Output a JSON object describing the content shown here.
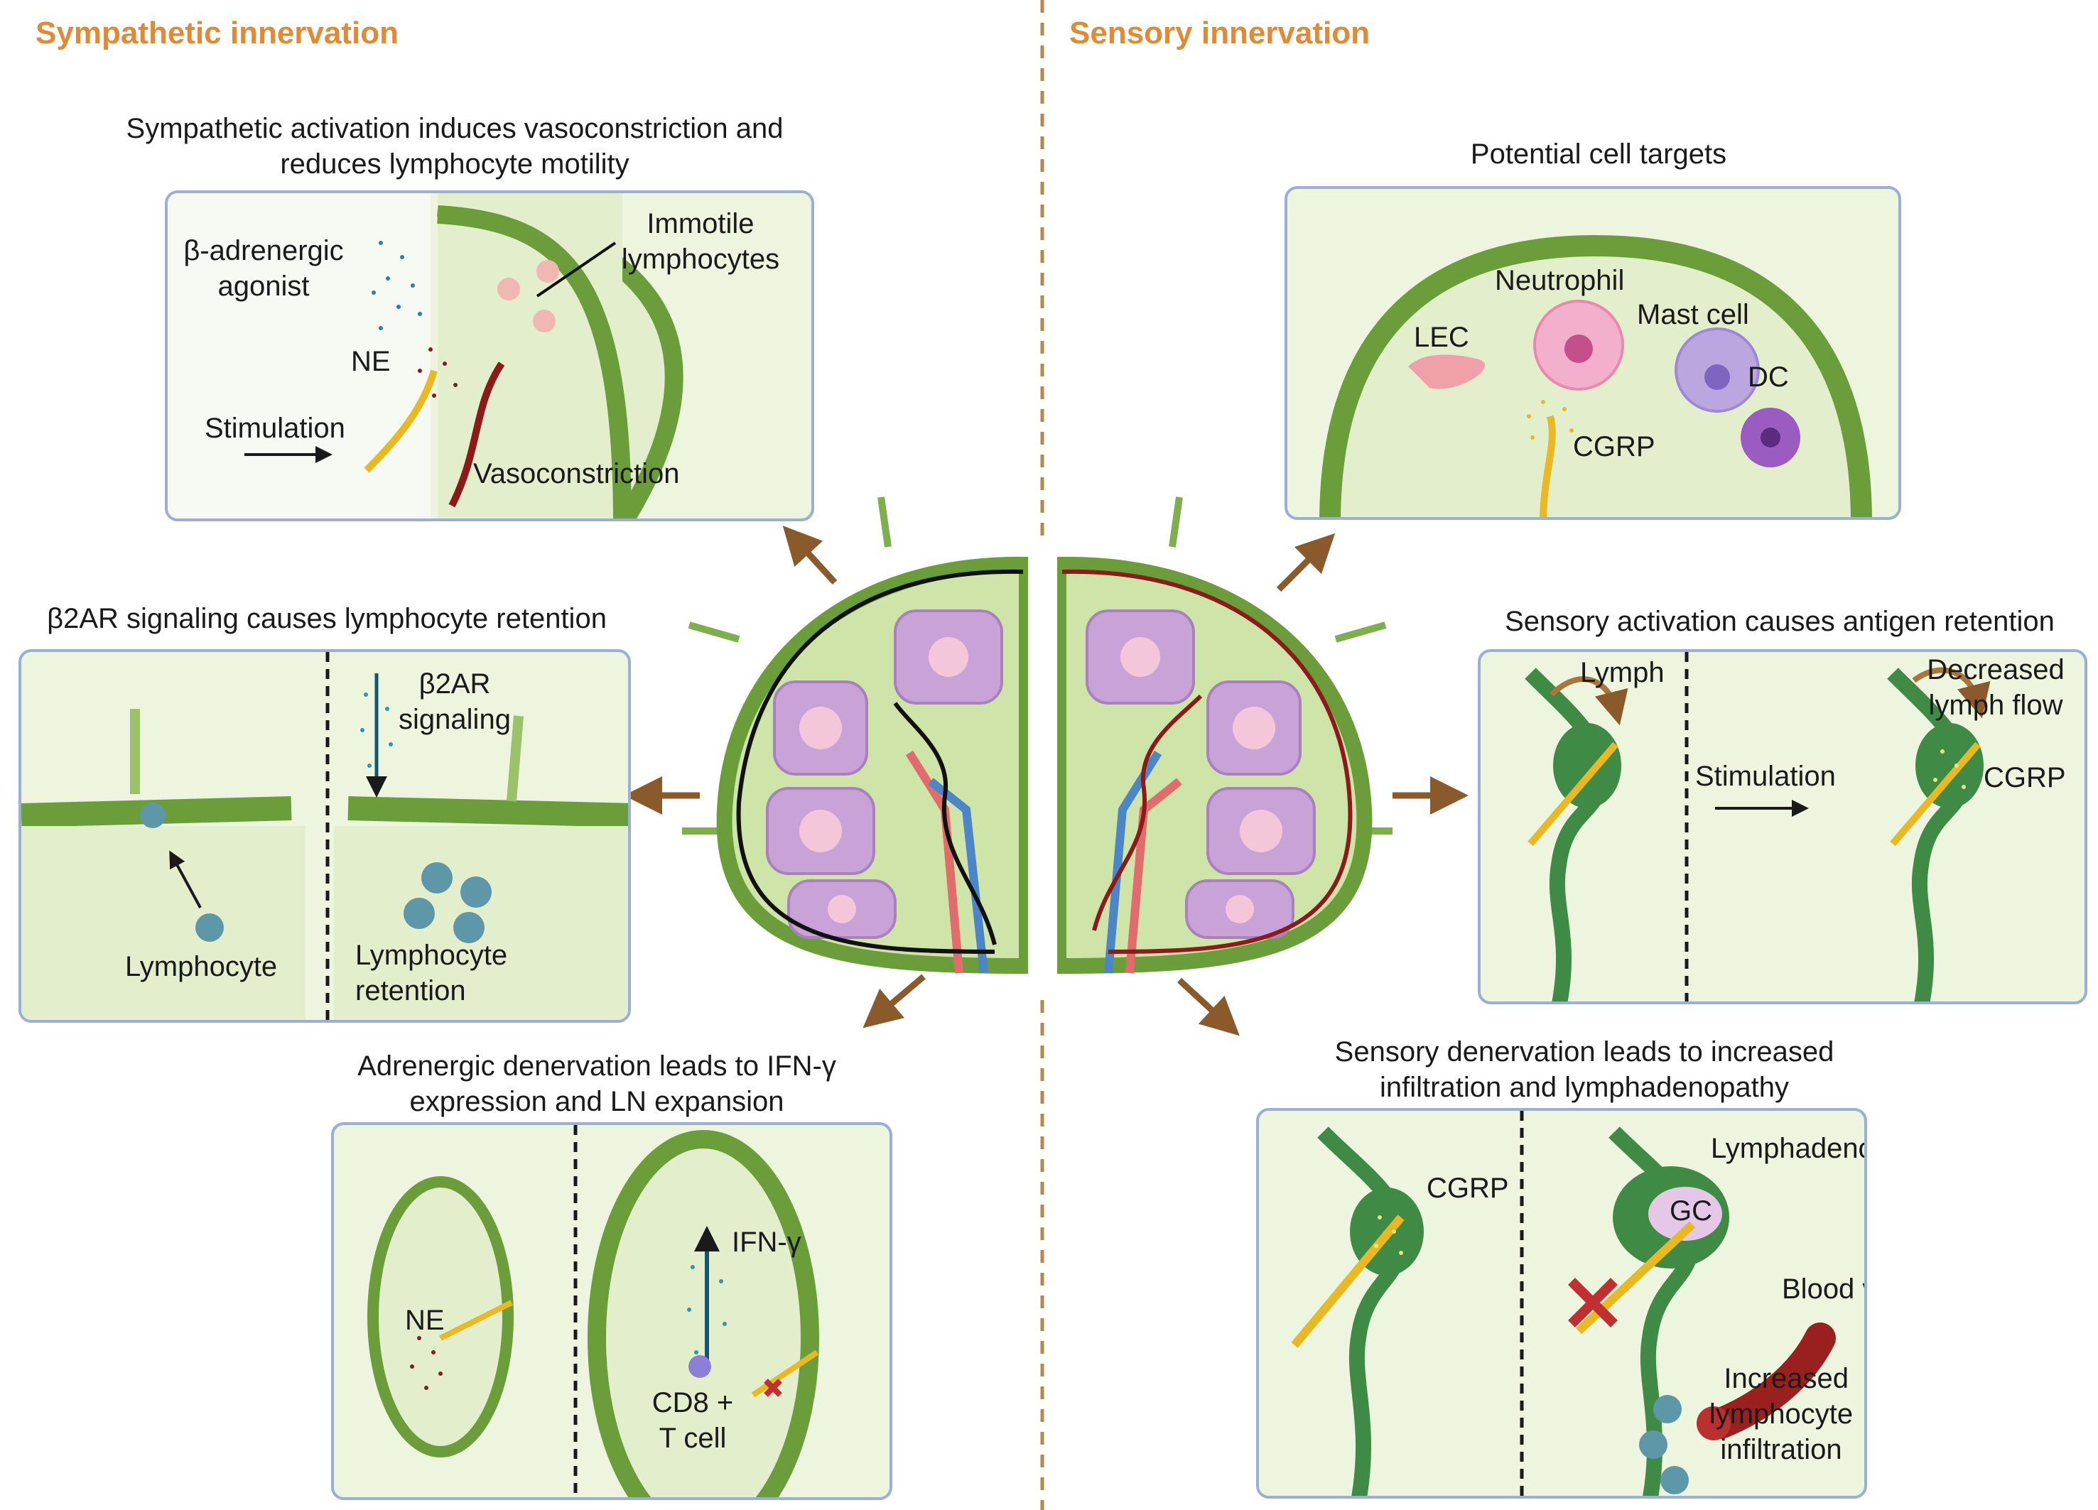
{
  "left_section": {
    "title": "Sympathetic innervation"
  },
  "right_section": {
    "title": "Sensory innervation"
  },
  "panel_vaso": {
    "title_line1": "Sympathetic activation induces vasoconstriction and",
    "title_line2": "reduces lymphocyte motility",
    "agonist_line1": "β-adrenergic",
    "agonist_line2": "agonist",
    "immotile_line1": "Immotile",
    "immotile_line2": "lymphocytes",
    "ne": "NE",
    "stimulation": "Stimulation",
    "vasoconstriction": "Vasoconstriction"
  },
  "panel_b2ar": {
    "title": "β2AR signaling causes lymphocyte retention",
    "signal_line1": "β2AR",
    "signal_line2": "signaling",
    "lymphocyte": "Lymphocyte",
    "retention_line1": "Lymphocyte",
    "retention_line2": "retention"
  },
  "panel_ifn": {
    "title_line1": "Adrenergic denervation leads to IFN-γ",
    "title_line2": "expression and LN expansion",
    "ne": "NE",
    "ifn": "IFN-γ",
    "cd8_line1": "CD8 +",
    "cd8_line2": "T cell"
  },
  "panel_targets": {
    "title": "Potential cell targets",
    "neutrophil": "Neutrophil",
    "lec": "LEC",
    "mast": "Mast cell",
    "dc": "DC",
    "cgrp": "CGRP"
  },
  "panel_antigen": {
    "title": "Sensory activation causes antigen retention",
    "lymph": "Lymph",
    "decreased_line1": "Decreased",
    "decreased_line2": "lymph flow",
    "stimulation": "Stimulation",
    "cgrp": "CGRP"
  },
  "panel_sens_den": {
    "title_line1": "Sensory denervation leads to increased",
    "title_line2": "infiltration and lymphadenopathy",
    "cgrp": "CGRP",
    "lymphadenopathy": "Lymphadenopathy",
    "gc": "GC",
    "blood_vessel": "Blood vessel",
    "increased_line1": "Increased",
    "increased_line2": "lymphocyte",
    "increased_line3": "infiltration"
  },
  "colors": {
    "section_orange": "#e08a36",
    "panel_border": "#9aaed6",
    "panel_bg": "#edf5df",
    "capsule_green": "#6b9e3a",
    "arrow_brown": "#8b5a2b",
    "nerve_yellow": "#e8b923",
    "sensory_green": "#3f8a44",
    "vessel_red": "#8b1a1a"
  }
}
